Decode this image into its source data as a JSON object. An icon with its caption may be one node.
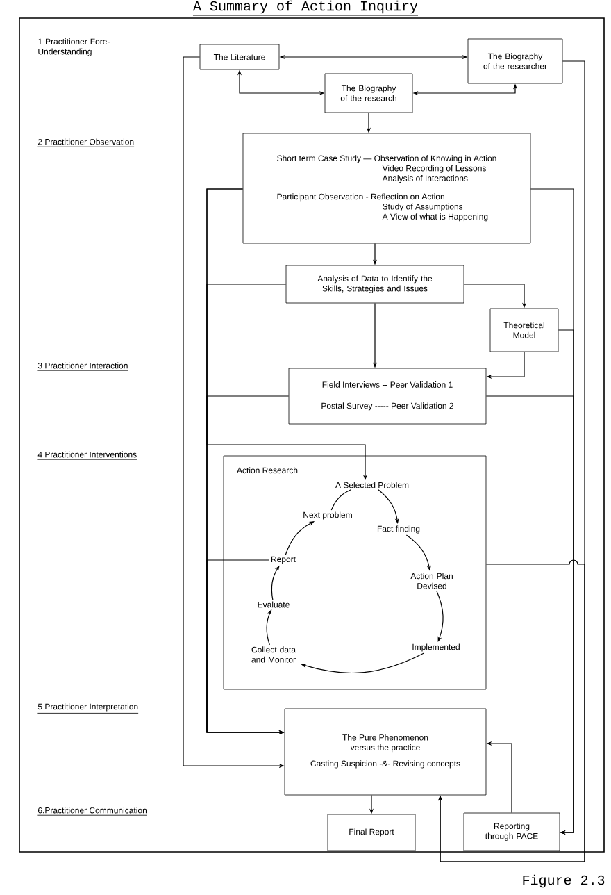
{
  "diagram": {
    "title": "A Summary of Action Inquiry",
    "caption": "Figure 2.3",
    "nodes": [
      {
        "text": [
          "The Literature"
        ]
      },
      {
        "text": [
          "The Biography of the researcher"
        ]
      },
      {
        "text": [
          "The Biography of the research"
        ]
      },
      {
        "text": [
          "Short term Case Study — Observation of Knowing in Action",
          "Video Recording of Lessons",
          "Analysis of Interactions",
          "Participant Observation - Reflection on Action",
          "Study of Assumptions",
          "A View of what is Happening"
        ]
      },
      {
        "text": [
          "Analysis of Data to Identify the Skills, Strategies and Issues"
        ]
      },
      {
        "text": [
          "Theoretical Model"
        ]
      },
      {
        "text": [
          "Field Interviews -- Peer Validation 1",
          "Postal Survey ----- Peer Validation 2"
        ]
      },
      {
        "text": [
          "Action Research"
        ]
      },
      {
        "text": [
          "A Selected Problem"
        ],
        "in": 7
      },
      {
        "text": [
          "Fact finding"
        ],
        "in": 7
      },
      {
        "text": [
          "Action Plan Devised"
        ],
        "in": 7
      },
      {
        "text": [
          "Implemented"
        ],
        "in": 7
      },
      {
        "text": [
          "Collect data and Monitor"
        ],
        "in": 7
      },
      {
        "text": [
          "Evaluate"
        ],
        "in": 7
      },
      {
        "text": [
          "Report"
        ],
        "in": 7
      },
      {
        "text": [
          "Next problem"
        ],
        "in": 7
      },
      {
        "text": [
          "The Pure Phenomenon versus the practice",
          "Casting Suspicion -&- Revising concepts"
        ]
      },
      {
        "text": [
          "Final Report"
        ]
      },
      {
        "text": [
          "Reporting through PACE"
        ]
      }
    ],
    "edges": [
      {
        "from": 0,
        "to": 1,
        "arrow": "both"
      },
      {
        "from": 0,
        "to": 2,
        "arrow": "both"
      },
      {
        "from": 2,
        "to": 1,
        "arrow": "both"
      },
      {
        "from": 2,
        "to": 3,
        "arrow": "to"
      },
      {
        "from": 3,
        "to": 4,
        "arrow": "to"
      },
      {
        "from": 4,
        "to": 5,
        "arrow": "to"
      },
      {
        "from": 4,
        "to": 6,
        "arrow": "to"
      },
      {
        "from": 5,
        "to": 6,
        "arrow": "to"
      },
      {
        "from": 3,
        "to": 16,
        "arrow": "to"
      },
      {
        "from": 4,
        "to": 16,
        "arrow": "to"
      },
      {
        "from": 6,
        "to": 16,
        "arrow": "to"
      },
      {
        "from": 14,
        "to": 16,
        "arrow": "to"
      },
      {
        "from": 3,
        "to": 8,
        "arrow": "to"
      },
      {
        "from": 0,
        "to": 16,
        "arrow": "to"
      },
      {
        "from": 1,
        "to": 16,
        "arrow": "to"
      },
      {
        "from": 3,
        "to": 18,
        "arrow": "to"
      },
      {
        "from": 5,
        "to": 18,
        "arrow": "to"
      },
      {
        "from": 6,
        "to": 18,
        "arrow": "to"
      },
      {
        "from": 7,
        "to": 16,
        "arrow": "to"
      },
      {
        "from": 18,
        "to": 16,
        "arrow": "to"
      },
      {
        "from": 16,
        "to": 17,
        "arrow": "to"
      },
      {
        "from": 8,
        "to": 9,
        "arrow": "to"
      },
      {
        "from": 9,
        "to": 10,
        "arrow": "to"
      },
      {
        "from": 10,
        "to": 11,
        "arrow": "to"
      },
      {
        "from": 11,
        "to": 12,
        "arrow": "to"
      },
      {
        "from": 12,
        "to": 13,
        "arrow": "to"
      },
      {
        "from": 13,
        "to": 14,
        "arrow": "to"
      },
      {
        "from": 14,
        "to": 15,
        "arrow": "to"
      },
      {
        "from": 15,
        "to": 8,
        "arrow": "none"
      }
    ],
    "labels": [
      "1 Practitioner Fore-Understanding",
      "2 Practitioner Observation",
      "3 Practitioner Interaction",
      "4 Practitioner Interventions",
      "5 Practitioner Interpretation",
      "6.Practitioner Communication"
    ]
  }
}
